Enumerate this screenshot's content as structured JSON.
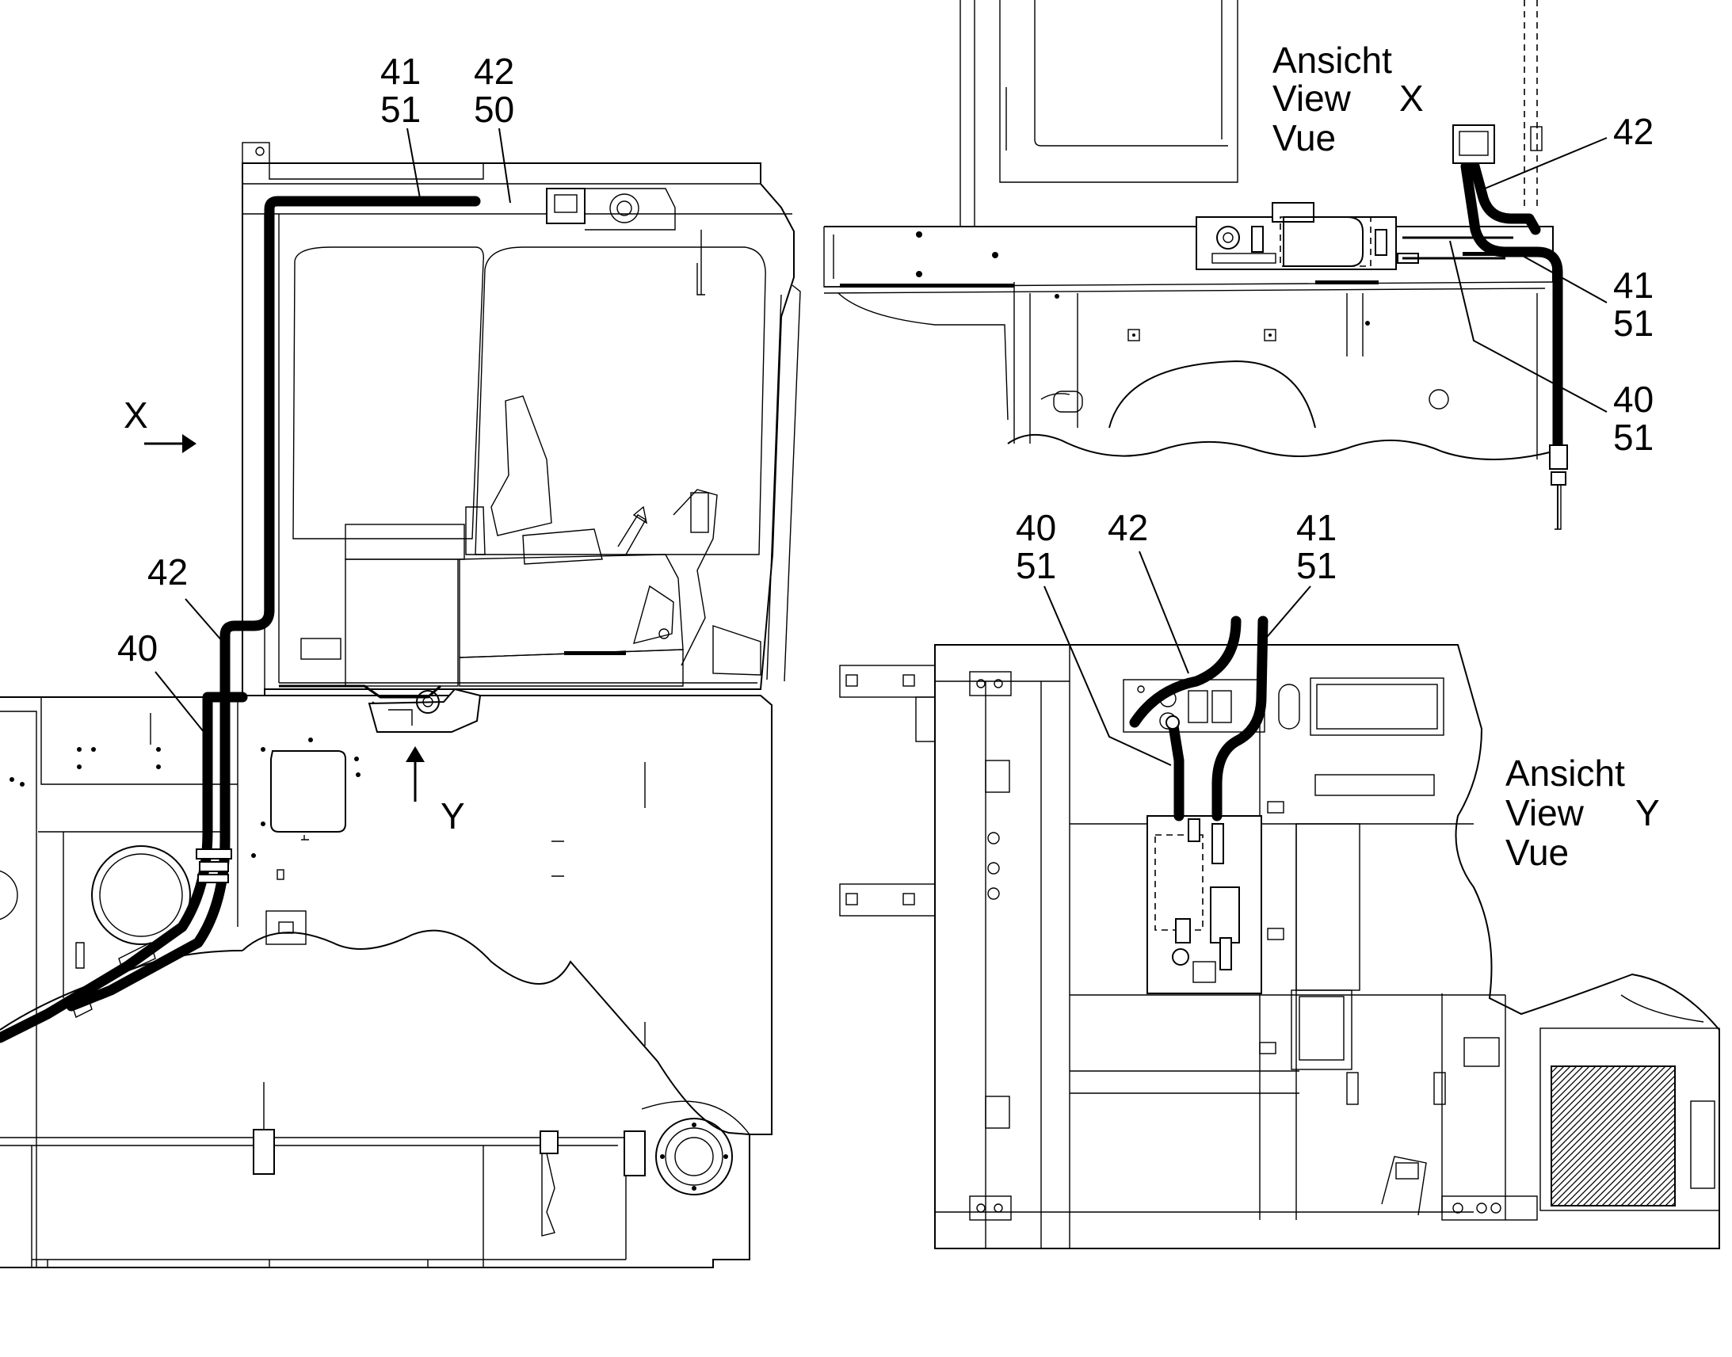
{
  "main_view": {
    "callout_top_left": [
      "41",
      "51"
    ],
    "callout_top_right": [
      "42",
      "50"
    ],
    "callout_left_hose_a": "42",
    "callout_left_hose_b": "40",
    "arrow_x_label": "X",
    "arrow_y_label": "Y"
  },
  "view_x": {
    "title": [
      "Ansicht",
      "View",
      "Vue"
    ],
    "view_letter": "X",
    "callout_a": "42",
    "callout_b": [
      "41",
      "51"
    ],
    "callout_c": [
      "40",
      "51"
    ]
  },
  "view_y": {
    "title": [
      "Ansicht",
      "View",
      "Vue"
    ],
    "view_letter": "Y",
    "callout_a": [
      "40",
      "51"
    ],
    "callout_b": "42",
    "callout_c": [
      "41",
      "51"
    ]
  }
}
